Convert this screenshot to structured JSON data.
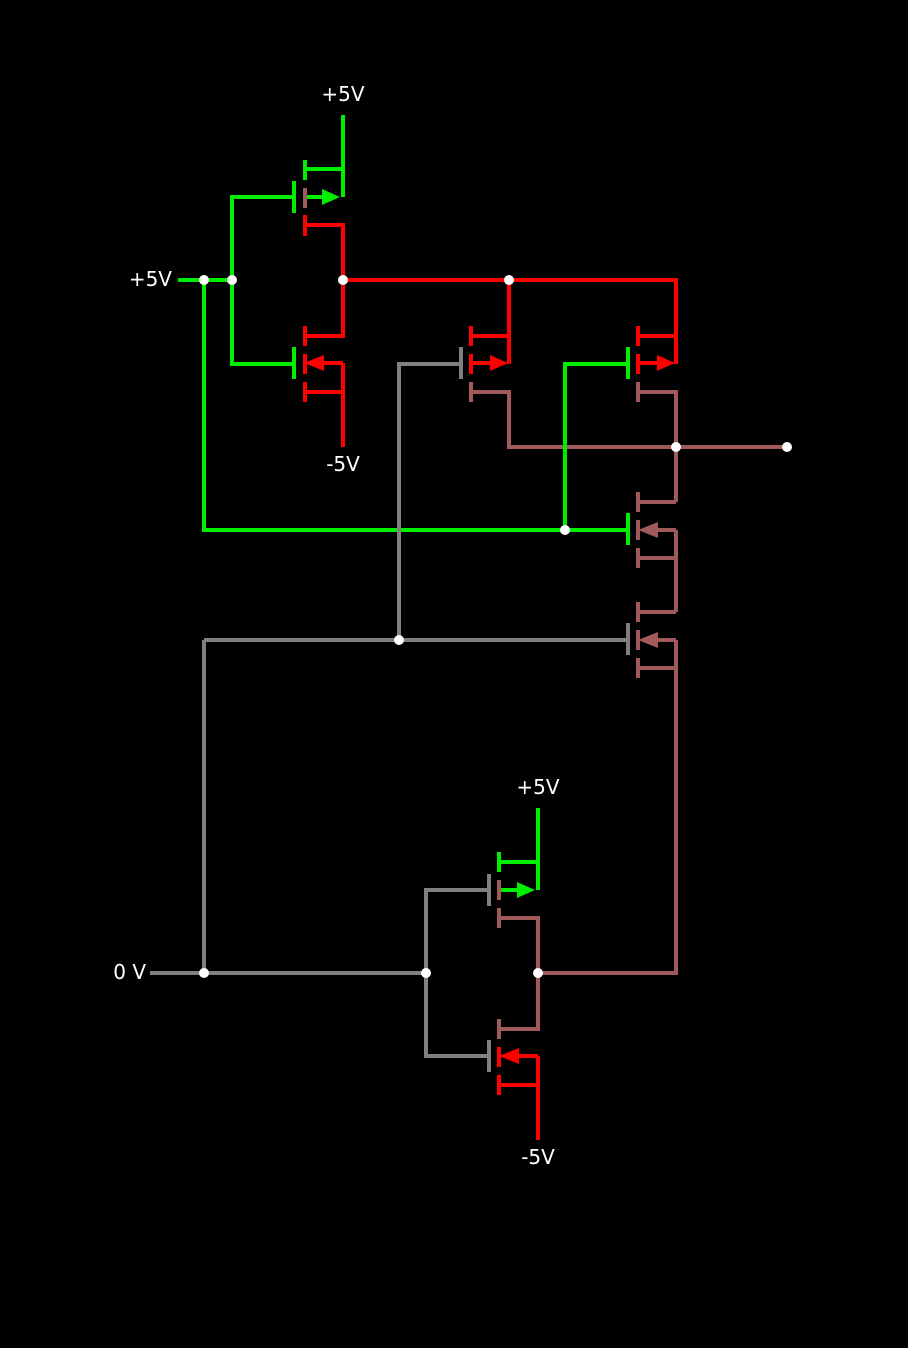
{
  "labels": {
    "top_supply": "+5V",
    "top_negative": "-5V",
    "input_high": "+5V",
    "input_zero": "0 V",
    "bottom_supply": "+5V",
    "bottom_negative": "-5V"
  },
  "colors": {
    "background": "#000000",
    "high": "#00ee00",
    "low": "#ff0000",
    "mid": "#a05a5a",
    "zero": "#808080",
    "node": "#ffffff"
  }
}
